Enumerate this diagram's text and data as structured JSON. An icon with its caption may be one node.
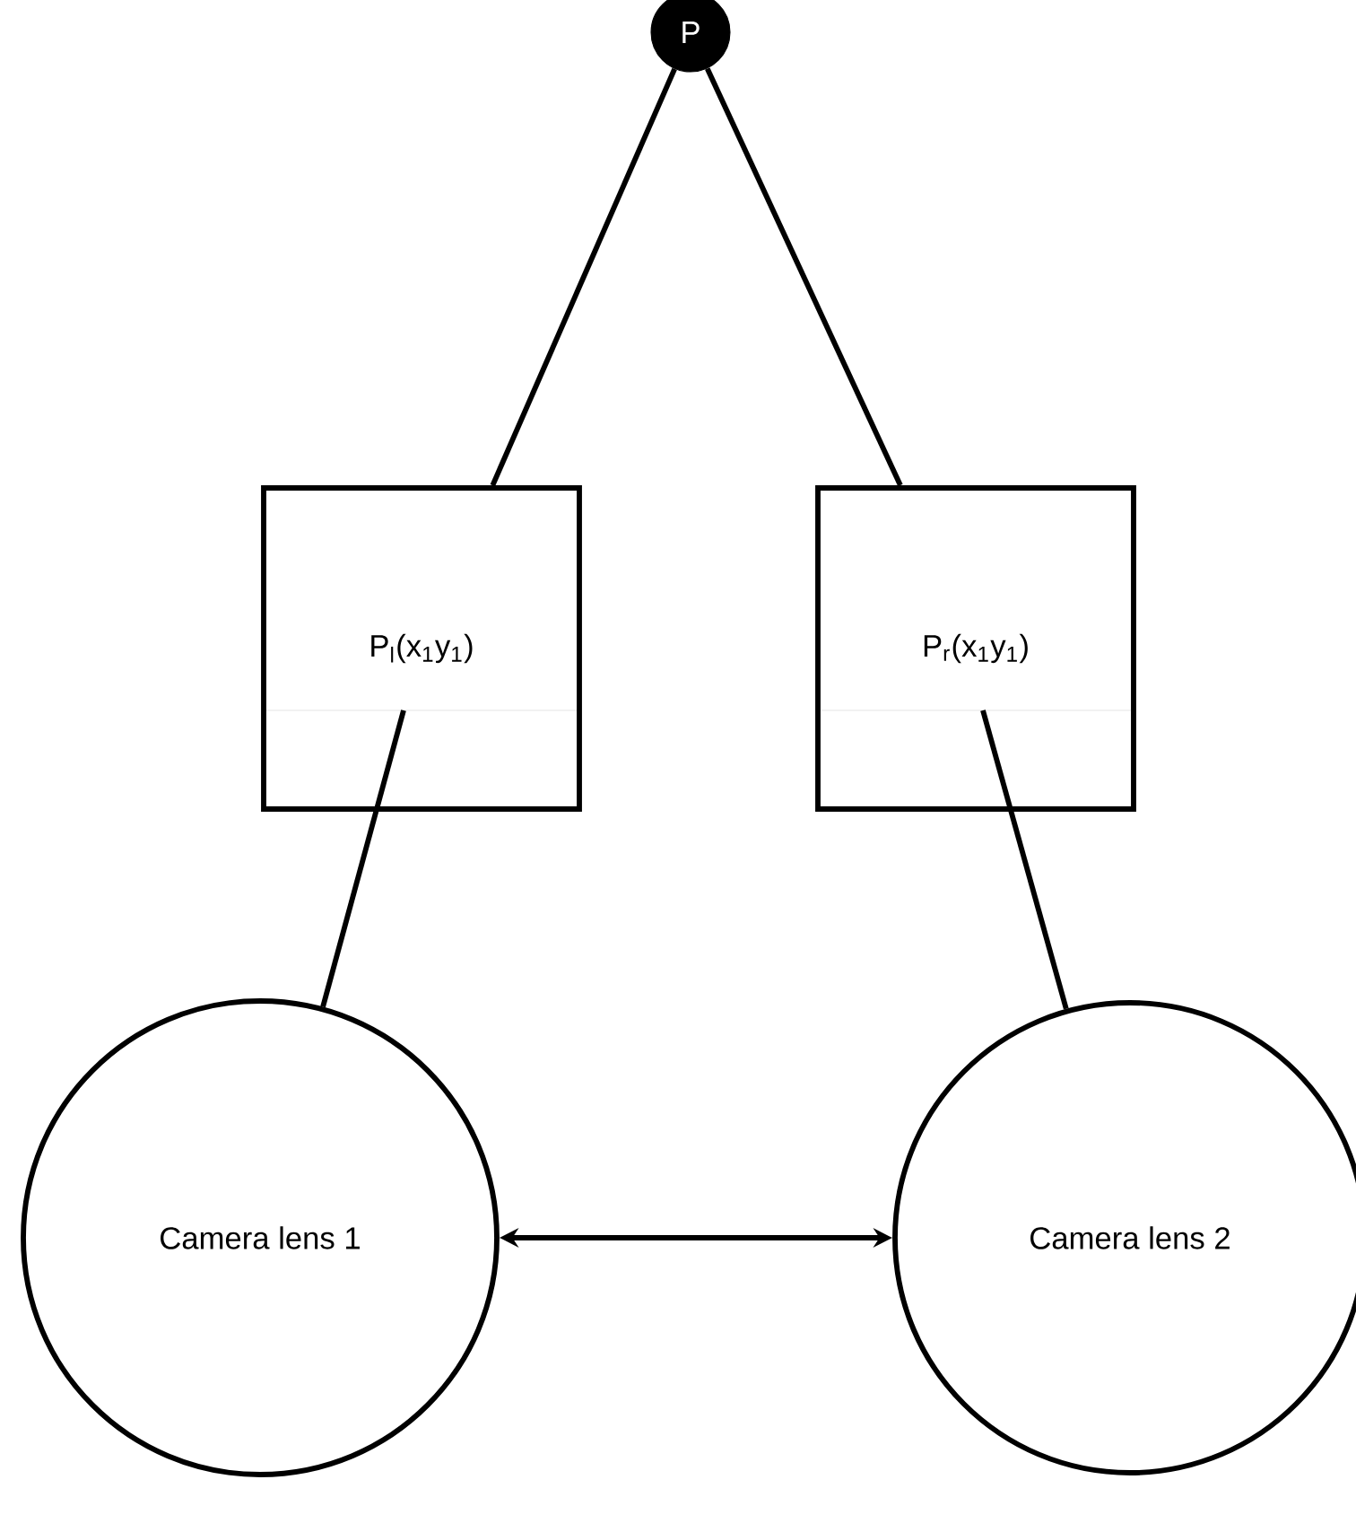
{
  "diagram": {
    "nodes": [
      {
        "text": [
          "P"
        ]
      },
      {
        "text": [
          "P$_{l}$(x$_{1}$y$_{1}$)"
        ]
      },
      {
        "text": [
          "P$_{r}$(x$_{1}$y$_{1}$)"
        ]
      },
      {
        "text": [
          "Camera lens 1"
        ]
      },
      {
        "text": [
          "Camera lens 2"
        ]
      }
    ],
    "edges": [
      {
        "from": 0,
        "to": 1,
        "arrow": "none"
      },
      {
        "from": 0,
        "to": 2,
        "arrow": "none"
      },
      {
        "from": 1,
        "to": 3,
        "arrow": "none"
      },
      {
        "from": 2,
        "to": 4,
        "arrow": "none"
      },
      {
        "from": 3,
        "to": 4,
        "arrow": "both"
      }
    ]
  }
}
